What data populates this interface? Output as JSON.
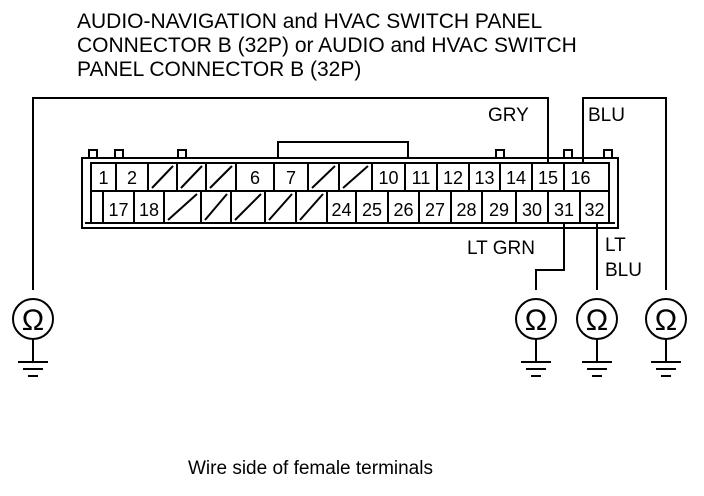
{
  "title_lines": [
    "AUDIO-NAVIGATION and HVAC SWITCH PANEL",
    "CONNECTOR B (32P) or AUDIO and HVAC SWITCH",
    "PANEL CONNECTOR B (32P)"
  ],
  "connector": {
    "top_row": [
      "1",
      "2",
      "",
      "",
      "",
      "6",
      "7",
      "",
      "",
      "10",
      "11",
      "12",
      "13",
      "14",
      "15",
      "16"
    ],
    "bottom_row": [
      "",
      "17",
      "18",
      "",
      "",
      "",
      "",
      "",
      "24",
      "25",
      "26",
      "27",
      "28",
      "29",
      "30",
      "31",
      "32"
    ]
  },
  "wire_labels": {
    "gry": "GRY",
    "blu": "BLU",
    "lt_grn": "LT GRN",
    "lt_blu_line1": "LT",
    "lt_blu_line2": "BLU"
  },
  "ohmmeter_symbol": "Ω",
  "caption": "Wire side of female terminals"
}
